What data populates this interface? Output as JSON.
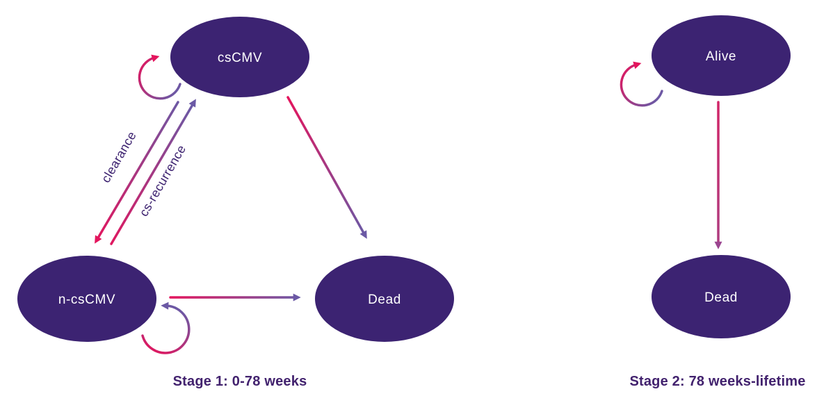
{
  "diagram": {
    "stage1": {
      "title": "Stage 1: 0-78 weeks",
      "nodes": {
        "cscmv": "csCMV",
        "ncscmv": "n-csCMV",
        "dead": "Dead"
      },
      "edge_labels": {
        "clearance": "clearance",
        "recurrence": "cs-recurrence"
      }
    },
    "stage2": {
      "title": "Stage 2: 78 weeks-lifetime",
      "nodes": {
        "alive": "Alive",
        "dead": "Dead"
      }
    }
  },
  "colors": {
    "background": "#ffffff",
    "node_fill": "#3c2372",
    "node_text": "#ffffff",
    "pink": "#e4155d",
    "purple": "#6b59a5",
    "vert_top": "#d12568",
    "vert_bottom": "#ae3d80",
    "vert_head": "#9b4590",
    "edge_label_text": "#3d2270",
    "title_text": "#42226e"
  }
}
